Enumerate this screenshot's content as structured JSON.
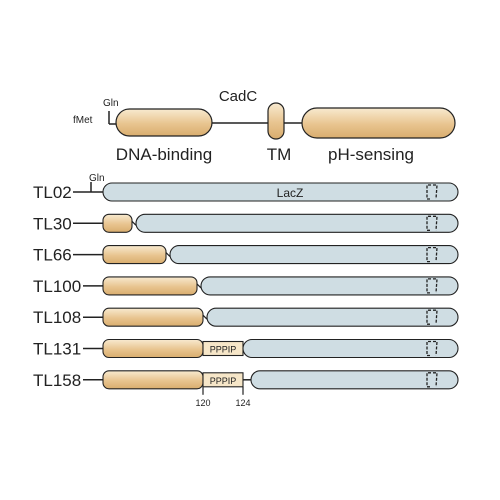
{
  "top": {
    "protein_name": "CadC",
    "n_term_label": "fMet",
    "n_term_residue": "Gln",
    "domains": [
      "DNA-binding",
      "TM",
      "pH-sensing"
    ]
  },
  "lacz_label": "LacZ",
  "first_row_residue": "Gln",
  "constructs": [
    {
      "name": "TL02",
      "cad_fraction": 0
    },
    {
      "name": "TL30",
      "cad_fraction": 0.1
    },
    {
      "name": "TL66",
      "cad_fraction": 0.22
    },
    {
      "name": "TL100",
      "cad_fraction": 0.33
    },
    {
      "name": "TL108",
      "cad_fraction": 0.35
    },
    {
      "name": "TL131",
      "cad_fraction": 0.35,
      "motif": "PPPIP"
    },
    {
      "name": "TL158",
      "cad_fraction": 0.35,
      "motif": "PPPIP",
      "motif_start": "120",
      "motif_end": "124"
    }
  ],
  "colors": {
    "cadc": "#e8c48f",
    "cadc_light": "#f6e6c8",
    "lacz": "#cfdde3",
    "outline": "#222222"
  }
}
